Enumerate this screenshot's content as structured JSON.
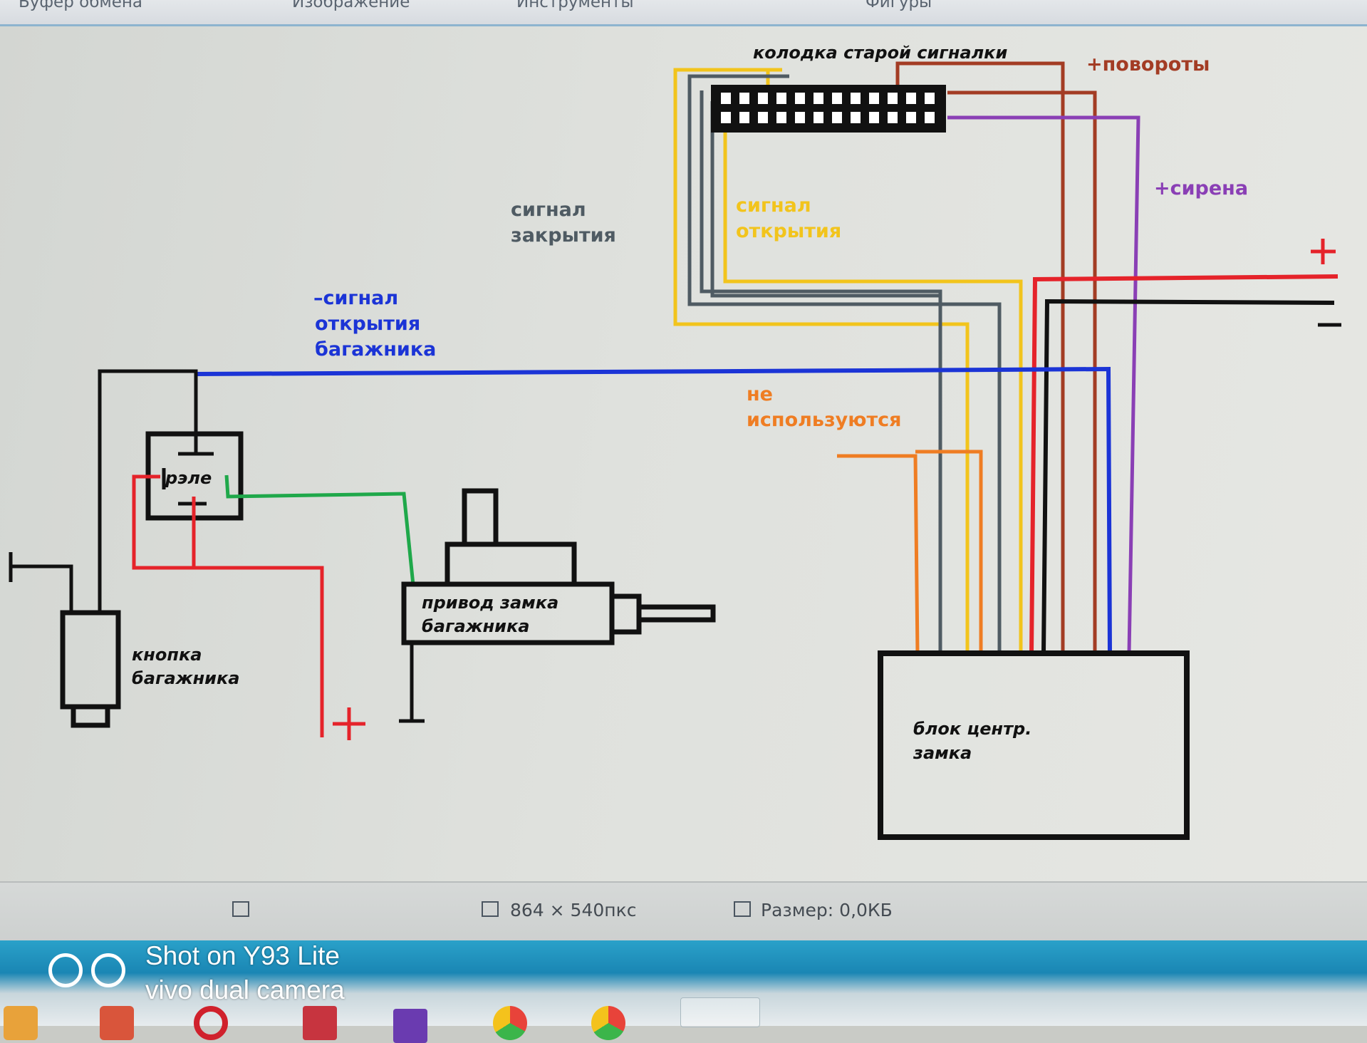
{
  "ribbon": {
    "groups": [
      "Буфер обмена",
      "Изображение",
      "Инструменты",
      "Фигуры"
    ]
  },
  "diagram": {
    "labels": {
      "connector": "колодка старой сигналки",
      "turn_signals": "+повороты",
      "siren": "+сирена",
      "close_signal_1": "сигнал",
      "close_signal_2": "закрытия",
      "open_signal_1": "сигнал",
      "open_signal_2": "открытия",
      "trunk_signal_1": "–сигнал",
      "trunk_signal_2": "открытия",
      "trunk_signal_3": "багажника",
      "unused_1": "не",
      "unused_2": "используются",
      "relay": "рэле",
      "actuator_1": "привод замка",
      "actuator_2": "багажника",
      "button_1": "кнопка",
      "button_2": "багажника",
      "central_lock_1": "блок центр.",
      "central_lock_2": "замка",
      "plus_right": "+",
      "minus_right": "–",
      "plus_bottom": "+"
    },
    "colors": {
      "yellow": "#f2c41c",
      "gray": "#4f5b63",
      "brown": "#a33c24",
      "purple": "#8a3fb5",
      "red": "#e5232a",
      "blue": "#1b34d6",
      "orange": "#ef7d23",
      "green": "#1fa84a",
      "black": "#111111"
    }
  },
  "statusbar": {
    "dimensions": "864 × 540пкс",
    "size": "Размер: 0,0КБ"
  },
  "watermark": {
    "line1": "Shot on Y93 Lite",
    "line2": "vivo dual camera"
  }
}
